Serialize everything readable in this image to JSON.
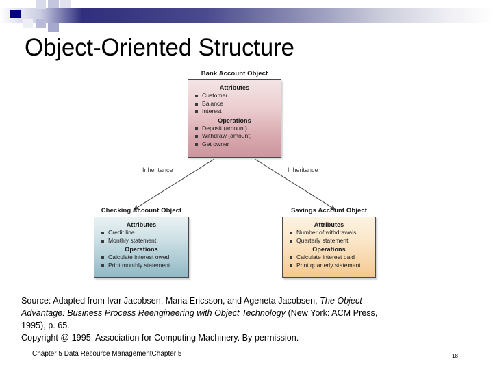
{
  "slide": {
    "title": "Object-Oriented Structure",
    "page_number": "18",
    "footer": "Chapter 5 Data Resource ManagementChapter 5"
  },
  "theme": {
    "accent_dark_blue": "#000080",
    "band_gradient_start": "#2f2f7d",
    "band_gradient_end": "#ffffff",
    "bank_box_color": "#cc969e",
    "checking_box_color": "#8fb8c4",
    "savings_box_color": "#f4c88f"
  },
  "diagram": {
    "parent": {
      "title": "Bank Account Object",
      "attributes_heading": "Attributes",
      "attributes": [
        "Customer",
        "Balance",
        "Interest"
      ],
      "operations_heading": "Operations",
      "operations": [
        "Deposit (amount)",
        "Withdraw (amount)",
        "Get owner"
      ]
    },
    "children": [
      {
        "title": "Checking Account Object",
        "attributes_heading": "Attributes",
        "attributes": [
          "Credit line",
          "Monthly statement"
        ],
        "operations_heading": "Operations",
        "operations": [
          "Calculate interest owed",
          "Print monthly statement"
        ]
      },
      {
        "title": "Savings Account Object",
        "attributes_heading": "Attributes",
        "attributes": [
          "Number of withdrawals",
          "Quarterly statement"
        ],
        "operations_heading": "Operations",
        "operations": [
          "Calculate interest paid",
          "Print quarterly statement"
        ]
      }
    ],
    "edge_label_left": "Inheritance",
    "edge_label_right": "Inheritance"
  },
  "source": {
    "line1_plain_a": "Source: Adapted from Ivar Jacobsen, Maria Ericsson, and Ageneta Jacobsen, ",
    "line1_italic": "The Object",
    "line2_italic": "Advantage: Business Process Reengineering with Object Technology",
    "line2_plain": " (New York: ACM Press,",
    "line3_plain": "1995), p. 65.",
    "line4_plain": "Copyright @ 1995, Association for Computing Machinery.  By permission."
  }
}
